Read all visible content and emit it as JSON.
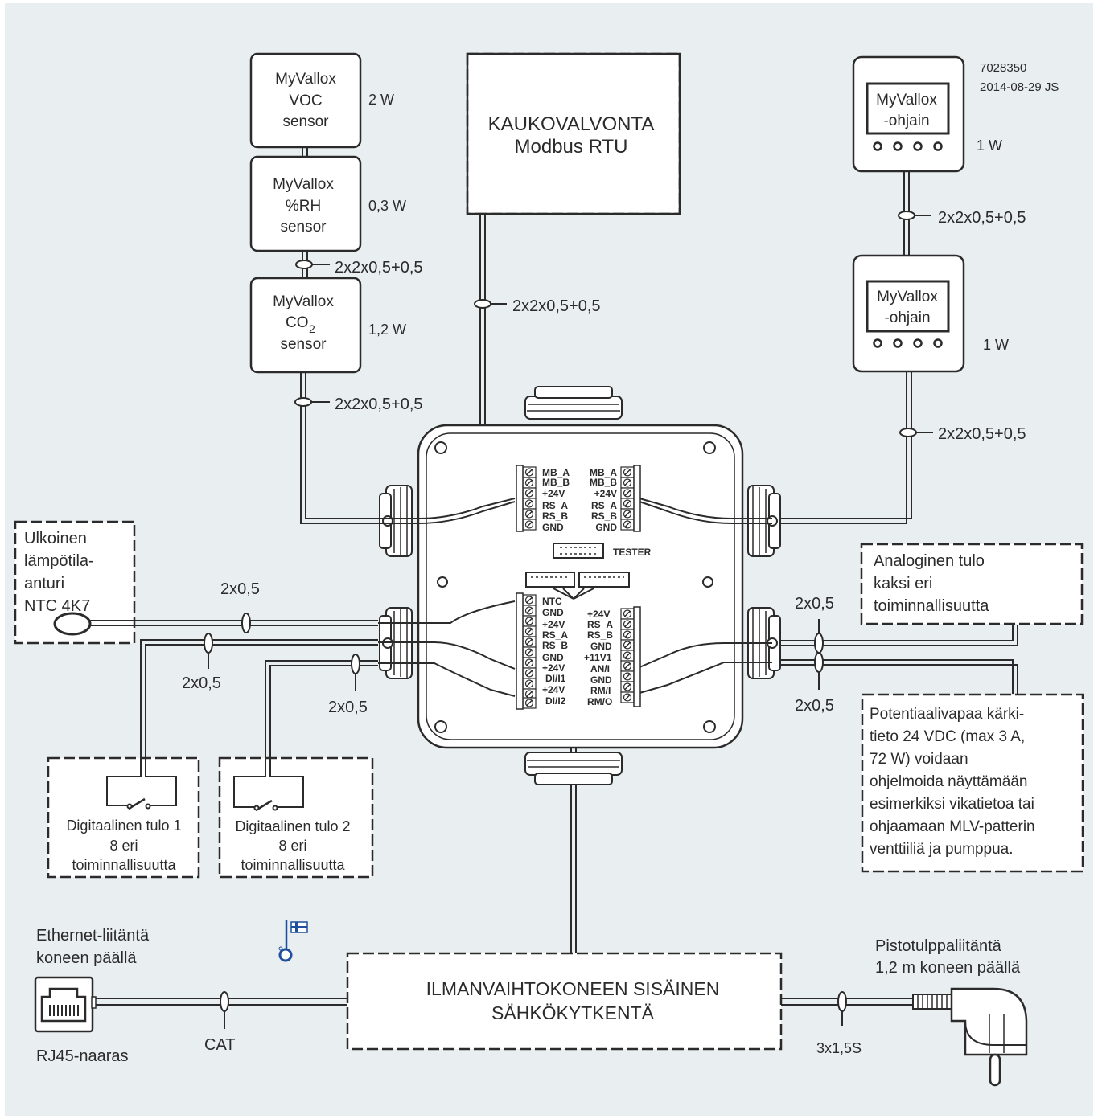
{
  "colors": {
    "background": "#e9eef1",
    "line": "#2b2b2b",
    "flag_blue": "#1e4e9c"
  },
  "doc": {
    "number": "7028350",
    "date": "2014-08-29 JS"
  },
  "sensors": {
    "voc": {
      "line1": "MyVallox",
      "line2": "VOC",
      "line3": "sensor",
      "power": "2 W"
    },
    "rh": {
      "line1": "MyVallox",
      "line2": "%RH",
      "line3": "sensor",
      "power": "0,3 W"
    },
    "co2": {
      "line1": "MyVallox",
      "line2": "CO",
      "line2_sub": "2",
      "line3": "sensor",
      "power": "1,2 W"
    }
  },
  "remote": {
    "line1": "KAUKOVALVONTA",
    "line2": "Modbus RTU"
  },
  "controllers": [
    {
      "line1": "MyVallox",
      "line2": "-ohjain",
      "power": "1 W"
    },
    {
      "line1": "MyVallox",
      "line2": "-ohjain",
      "power": "1 W"
    }
  ],
  "cables": {
    "bus": "2x2x0,5+0,5",
    "pair": "2x0,5",
    "cat": "CAT",
    "power": "3x1,5S"
  },
  "terminals": {
    "top_left": [
      "MB_A",
      "MB_B",
      "+24V",
      "RS_A",
      "RS_B",
      "GND"
    ],
    "top_right": [
      "MB_A",
      "MB_B",
      "+24V",
      "RS_A",
      "RS_B",
      "GND"
    ],
    "tester": "TESTER",
    "bottom_left": [
      "NTC",
      "GND",
      "+24V",
      "RS_A",
      "RS_B",
      "GND",
      "+24V",
      "DI/I1",
      "+24V",
      "DI/I2"
    ],
    "bottom_right": [
      "+24V",
      "RS_A",
      "RS_B",
      "GND",
      "+11V1",
      "AN/I",
      "GND",
      "RM/I",
      "RM/O"
    ]
  },
  "outdoor_sensor": {
    "line1": "Ulkoinen",
    "line2": "lämpötila-",
    "line3": "anturi",
    "line4": "NTC 4K7"
  },
  "analog_input": {
    "line1": "Analoginen tulo",
    "line2": "kaksi eri",
    "line3": "toiminnallisuutta"
  },
  "relay_info": {
    "line1": "Potentiaalivapaa kärki-",
    "line2": "tieto 24 VDC (max 3 A,",
    "line3": "72 W) voidaan",
    "line4": "ohjelmoida näyttämään",
    "line5": "esimerkiksi vikatietoa tai",
    "line6": "ohjaamaan MLV-patterin",
    "line7": "venttiiliä ja pumppua."
  },
  "digital_inputs": [
    {
      "line1": "Digitaalinen tulo 1",
      "line2": "8 eri",
      "line3": "toiminnallisuutta"
    },
    {
      "line1": "Digitaalinen tulo  2",
      "line2": "8 eri",
      "line3": "toiminnallisuutta"
    }
  ],
  "ethernet": {
    "line1": "Ethernet-liitäntä",
    "line2": "koneen päällä",
    "connector": "RJ45-naaras"
  },
  "internal": {
    "line1": "ILMANVAIHTOKONEEN SISÄINEN",
    "line2": "SÄHKÖKYTKENTÄ"
  },
  "plug": {
    "line1": "Pistotulppaliitäntä",
    "line2": "1,2 m koneen päällä"
  }
}
